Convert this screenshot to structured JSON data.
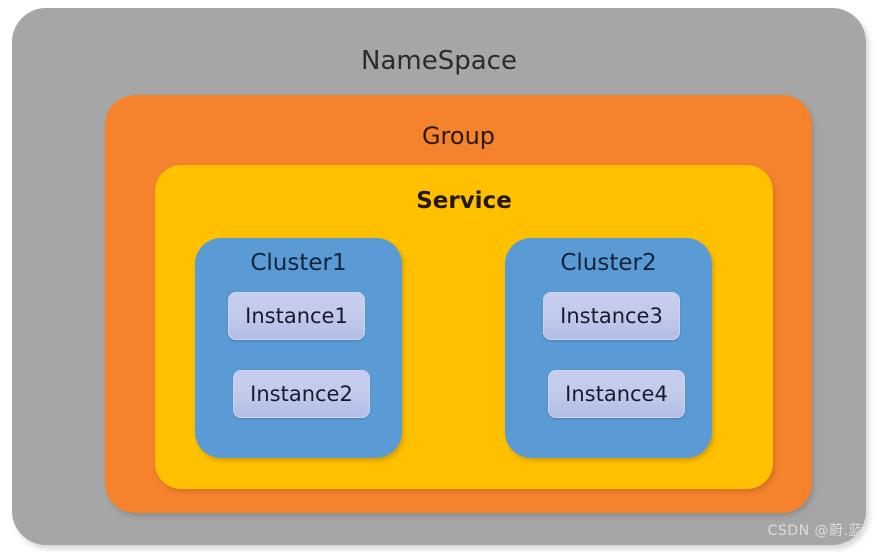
{
  "diagram": {
    "title": "NameSpace",
    "layers": {
      "namespace": {
        "label": "NameSpace",
        "color": "#a6a6a6"
      },
      "group": {
        "label": "Group",
        "color": "#f5822c"
      },
      "service": {
        "label": "Service",
        "color": "#ffc000"
      }
    },
    "clusters": [
      {
        "label": "Cluster1",
        "color": "#5b9bd5",
        "instances": [
          {
            "label": "Instance1"
          },
          {
            "label": "Instance2"
          }
        ]
      },
      {
        "label": "Cluster2",
        "color": "#5b9bd5",
        "instances": [
          {
            "label": "Instance3"
          },
          {
            "label": "Instance4"
          }
        ]
      }
    ],
    "instance_color": "#c3cbec"
  },
  "watermark": {
    "text": "CSDN @蔚.蓝"
  }
}
